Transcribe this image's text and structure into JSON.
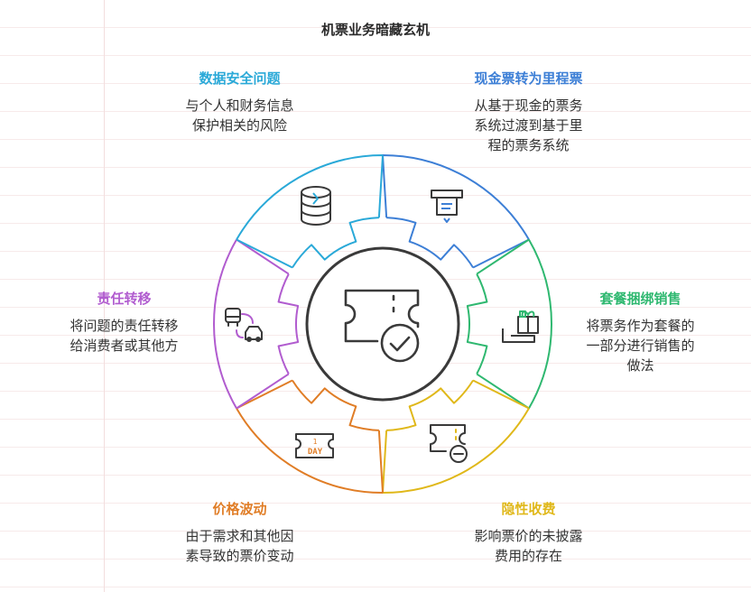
{
  "title": "机票业务暗藏玄机",
  "segments": [
    {
      "key": "cash_to_miles",
      "title": "现金票转为里程票",
      "desc": "从基于现金的票务\n系统过渡到基于里\n程的票务系统",
      "color": "#3d7fd6",
      "icon": "ticket-machine-icon"
    },
    {
      "key": "bundling",
      "title": "套餐捆绑销售",
      "desc": "将票务作为套餐的\n一部分进行销售的\n做法",
      "color": "#2fb870",
      "icon": "bundle-package-icon"
    },
    {
      "key": "hidden_fees",
      "title": "隐性收费",
      "desc": "影响票价的未披露\n费用的存在",
      "color": "#e0b81a",
      "icon": "ticket-minus-icon"
    },
    {
      "key": "price_volatility",
      "title": "价格波动",
      "desc": "由于需求和其他因\n素导致的票价变动",
      "color": "#e07d26",
      "icon": "day-ticket-icon"
    },
    {
      "key": "liability_shift",
      "title": "责任转移",
      "desc": "将问题的责任转移\n给消费者或其他方",
      "color": "#b15ccf",
      "icon": "transfer-vehicles-icon"
    },
    {
      "key": "data_security",
      "title": "数据安全问题",
      "desc": "与个人和财务信息\n保护相关的风险",
      "color": "#2aa9d8",
      "icon": "database-icon"
    }
  ],
  "day_ticket_text": {
    "line1": "1",
    "line2": "DAY"
  },
  "center_icon": "ticket-check-icon"
}
